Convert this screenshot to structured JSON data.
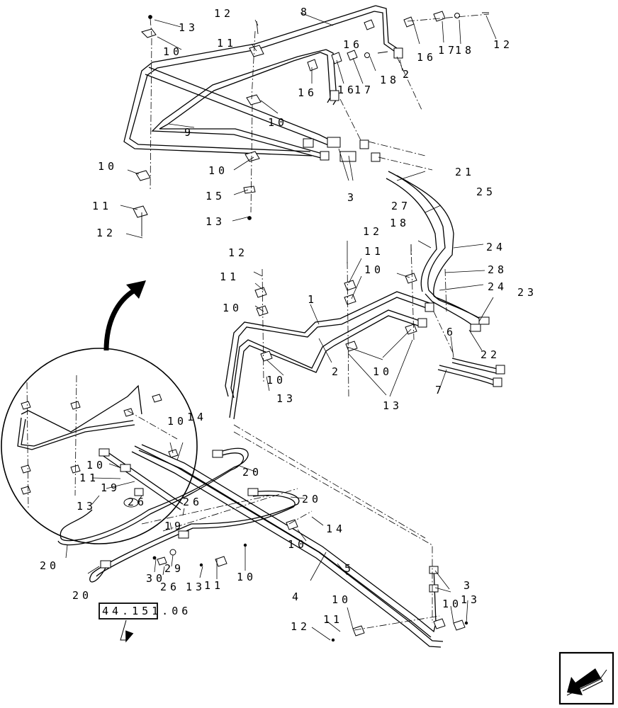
{
  "reference_box": "44.151.06",
  "callouts": [
    {
      "id": "c1",
      "text": "1"
    },
    {
      "id": "c2",
      "text": "2"
    },
    {
      "id": "c2b",
      "text": "2"
    },
    {
      "id": "c3a",
      "text": "3"
    },
    {
      "id": "c3b",
      "text": "3"
    },
    {
      "id": "c4",
      "text": "4"
    },
    {
      "id": "c5",
      "text": "5"
    },
    {
      "id": "c6",
      "text": "6"
    },
    {
      "id": "c7",
      "text": "7"
    },
    {
      "id": "c8",
      "text": "8"
    },
    {
      "id": "c9",
      "text": "9"
    },
    {
      "id": "c10a",
      "text": "10"
    },
    {
      "id": "c10b",
      "text": "10"
    },
    {
      "id": "c10c",
      "text": "10"
    },
    {
      "id": "c10d",
      "text": "10"
    },
    {
      "id": "c10e",
      "text": "10"
    },
    {
      "id": "c10f",
      "text": "10"
    },
    {
      "id": "c10g",
      "text": "10"
    },
    {
      "id": "c10h",
      "text": "10"
    },
    {
      "id": "c10i",
      "text": "10"
    },
    {
      "id": "c10j",
      "text": "10"
    },
    {
      "id": "c10k",
      "text": "10"
    },
    {
      "id": "c10l",
      "text": "10"
    },
    {
      "id": "c10m",
      "text": "10"
    },
    {
      "id": "c10n",
      "text": "10"
    },
    {
      "id": "c11a",
      "text": "11"
    },
    {
      "id": "c11b",
      "text": "11"
    },
    {
      "id": "c11c",
      "text": "11"
    },
    {
      "id": "c11d",
      "text": "11"
    },
    {
      "id": "c11e",
      "text": "11"
    },
    {
      "id": "c11f",
      "text": "11"
    },
    {
      "id": "c11g",
      "text": "11"
    },
    {
      "id": "c12a",
      "text": "12"
    },
    {
      "id": "c12b",
      "text": "12"
    },
    {
      "id": "c12c",
      "text": "12"
    },
    {
      "id": "c12d",
      "text": "12"
    },
    {
      "id": "c12e",
      "text": "12"
    },
    {
      "id": "c12f",
      "text": "12"
    },
    {
      "id": "c13a",
      "text": "13"
    },
    {
      "id": "c13b",
      "text": "13"
    },
    {
      "id": "c13c",
      "text": "13"
    },
    {
      "id": "c13d",
      "text": "13"
    },
    {
      "id": "c13e",
      "text": "13"
    },
    {
      "id": "c13f",
      "text": "13"
    },
    {
      "id": "c13g",
      "text": "13"
    },
    {
      "id": "c14a",
      "text": "14"
    },
    {
      "id": "c14b",
      "text": "14"
    },
    {
      "id": "c15",
      "text": "15"
    },
    {
      "id": "c16a",
      "text": "16"
    },
    {
      "id": "c16b",
      "text": "16"
    },
    {
      "id": "c16c",
      "text": "16"
    },
    {
      "id": "c16d",
      "text": "16"
    },
    {
      "id": "c17a",
      "text": "17"
    },
    {
      "id": "c17b",
      "text": "17"
    },
    {
      "id": "c18a",
      "text": "18"
    },
    {
      "id": "c18b",
      "text": "18"
    },
    {
      "id": "c18c",
      "text": "18"
    },
    {
      "id": "c19a",
      "text": "19"
    },
    {
      "id": "c19b",
      "text": "19"
    },
    {
      "id": "c20a",
      "text": "20"
    },
    {
      "id": "c20b",
      "text": "20"
    },
    {
      "id": "c20c",
      "text": "20"
    },
    {
      "id": "c20d",
      "text": "20"
    },
    {
      "id": "c21",
      "text": "21"
    },
    {
      "id": "c22",
      "text": "22"
    },
    {
      "id": "c23",
      "text": "23"
    },
    {
      "id": "c24a",
      "text": "24"
    },
    {
      "id": "c24b",
      "text": "24"
    },
    {
      "id": "c25",
      "text": "25"
    },
    {
      "id": "c26a",
      "text": "26"
    },
    {
      "id": "c26b",
      "text": "26"
    },
    {
      "id": "c26c",
      "text": "26"
    },
    {
      "id": "c27",
      "text": "27"
    },
    {
      "id": "c28",
      "text": "28"
    },
    {
      "id": "c29",
      "text": "29"
    },
    {
      "id": "c30",
      "text": "30"
    }
  ]
}
